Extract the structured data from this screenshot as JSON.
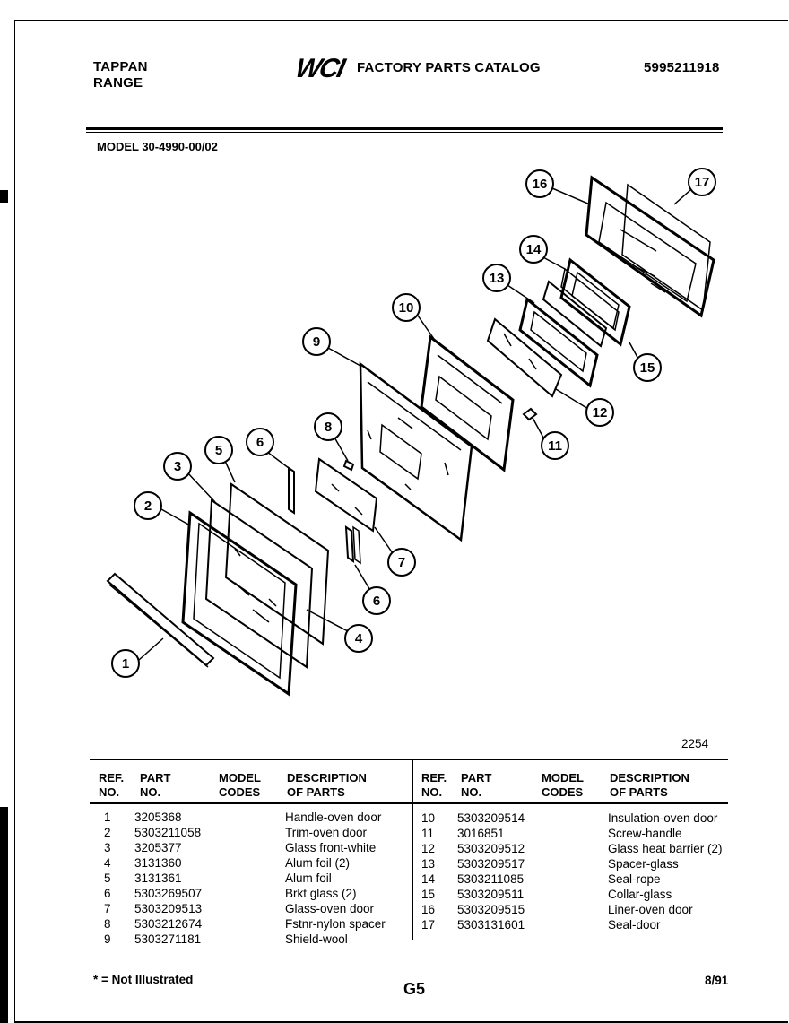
{
  "header": {
    "brand_line1": "TAPPAN",
    "brand_line2": "RANGE",
    "logo_text": "WCI",
    "catalog_title": "FACTORY PARTS CATALOG",
    "catalog_number": "5995211918",
    "model": "MODEL 30-4990-00/02"
  },
  "diagram": {
    "callouts": [
      "1",
      "2",
      "3",
      "4",
      "5",
      "6",
      "6",
      "7",
      "8",
      "9",
      "10",
      "11",
      "12",
      "13",
      "14",
      "15",
      "16",
      "17"
    ],
    "figure_number": "2254"
  },
  "table": {
    "headers": {
      "ref": [
        "REF.",
        "NO."
      ],
      "part": [
        "PART",
        "NO."
      ],
      "model": [
        "MODEL",
        "CODES"
      ],
      "desc": [
        "DESCRIPTION",
        "OF PARTS"
      ]
    },
    "left_rows": [
      {
        "ref": "1",
        "part": "3205368",
        "codes": "",
        "desc": "Handle-oven door"
      },
      {
        "ref": "2",
        "part": "5303211058",
        "codes": "",
        "desc": "Trim-oven door"
      },
      {
        "ref": "3",
        "part": "3205377",
        "codes": "",
        "desc": "Glass front-white"
      },
      {
        "ref": "4",
        "part": "3131360",
        "codes": "",
        "desc": "Alum foil (2)"
      },
      {
        "ref": "5",
        "part": "3131361",
        "codes": "",
        "desc": "Alum foil"
      },
      {
        "ref": "6",
        "part": "5303269507",
        "codes": "",
        "desc": "Brkt glass (2)"
      },
      {
        "ref": "7",
        "part": "5303209513",
        "codes": "",
        "desc": "Glass-oven door"
      },
      {
        "ref": "8",
        "part": "5303212674",
        "codes": "",
        "desc": "Fstnr-nylon spacer"
      },
      {
        "ref": "9",
        "part": "5303271181",
        "codes": "",
        "desc": "Shield-wool"
      }
    ],
    "right_rows": [
      {
        "ref": "10",
        "part": "5303209514",
        "codes": "",
        "desc": "Insulation-oven door"
      },
      {
        "ref": "11",
        "part": "3016851",
        "codes": "",
        "desc": "Screw-handle"
      },
      {
        "ref": "12",
        "part": "5303209512",
        "codes": "",
        "desc": "Glass heat barrier (2)"
      },
      {
        "ref": "13",
        "part": "5303209517",
        "codes": "",
        "desc": "Spacer-glass"
      },
      {
        "ref": "14",
        "part": "5303211085",
        "codes": "",
        "desc": "Seal-rope"
      },
      {
        "ref": "15",
        "part": "5303209511",
        "codes": "",
        "desc": "Collar-glass"
      },
      {
        "ref": "16",
        "part": "5303209515",
        "codes": "",
        "desc": "Liner-oven door"
      },
      {
        "ref": "17",
        "part": "5303131601",
        "codes": "",
        "desc": "Seal-door"
      }
    ]
  },
  "footer": {
    "note": "* = Not Illustrated",
    "page": "G5",
    "date": "8/91"
  }
}
